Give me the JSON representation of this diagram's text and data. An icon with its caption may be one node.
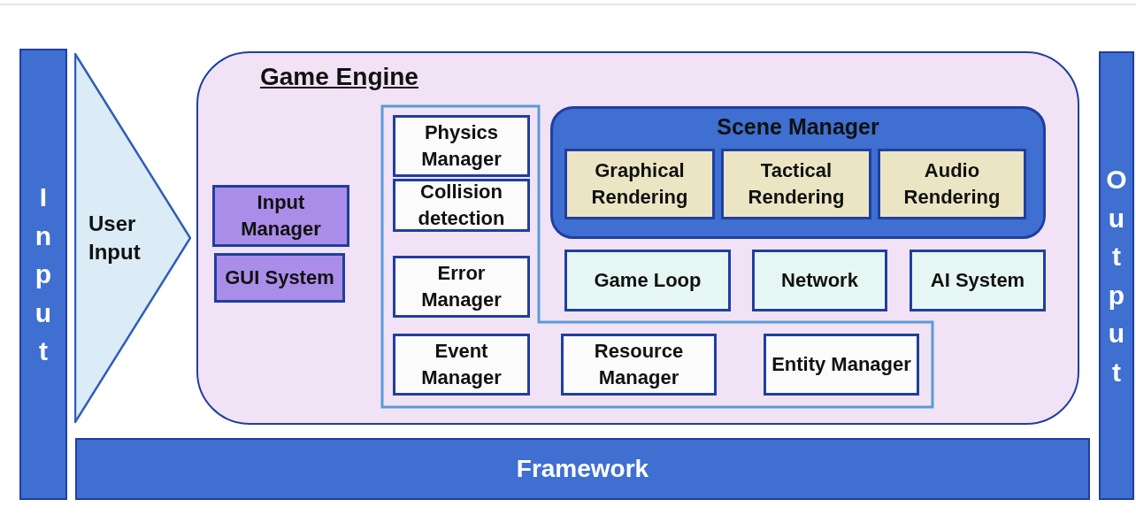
{
  "diagram": {
    "nodes": [
      {
        "text": [
          "Input"
        ]
      },
      {
        "text": [
          "User Input"
        ]
      },
      {
        "text": [
          "Game Engine"
        ]
      },
      {
        "text": [
          "Input Manager"
        ],
        "in": 2
      },
      {
        "text": [
          "GUI System"
        ],
        "in": 2
      },
      {
        "text": [
          "Physics Manager"
        ],
        "in": 2
      },
      {
        "text": [
          "Collision detection"
        ],
        "in": 2
      },
      {
        "text": [
          "Error Manager"
        ],
        "in": 2
      },
      {
        "text": [
          "Scene Manager"
        ],
        "in": 2
      },
      {
        "text": [
          "Graphical Rendering"
        ],
        "in": 8
      },
      {
        "text": [
          "Tactical Rendering"
        ],
        "in": 8
      },
      {
        "text": [
          "Audio Rendering"
        ],
        "in": 8
      },
      {
        "text": [
          "Game Loop"
        ],
        "in": 2
      },
      {
        "text": [
          "Network"
        ],
        "in": 2
      },
      {
        "text": [
          "AI System"
        ],
        "in": 2
      },
      {
        "text": [
          "Event Manager"
        ],
        "in": 2
      },
      {
        "text": [
          "Resource Manager"
        ],
        "in": 2
      },
      {
        "text": [
          "Entity Manager"
        ],
        "in": 2
      },
      {
        "text": [
          "Output"
        ]
      },
      {
        "text": [
          "Framework"
        ]
      }
    ]
  }
}
